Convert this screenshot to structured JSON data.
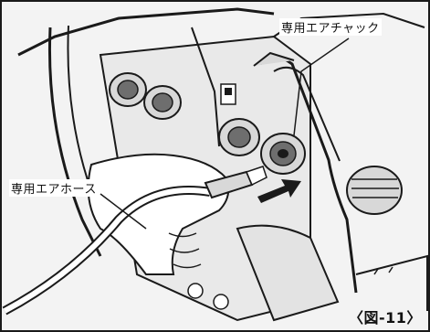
{
  "labels": {
    "air_chuck": "専用エアチャック",
    "air_hose": "専用エアホース",
    "figure": "〈図-11〉"
  },
  "colors": {
    "line": "#1a1a1a",
    "shade": "#6e6e6e",
    "paper": "#f3f3f3",
    "label_bg": "#ffffff"
  }
}
